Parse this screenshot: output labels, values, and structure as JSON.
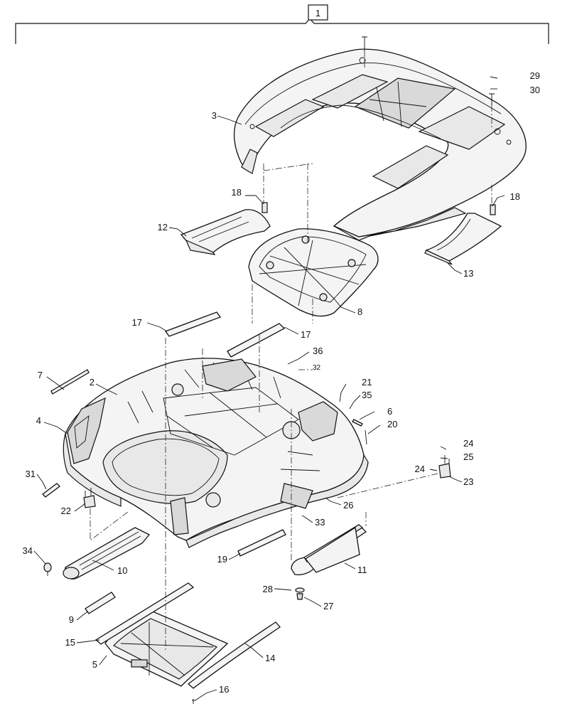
{
  "assembly_label": "1",
  "callouts": [
    {
      "id": "c29",
      "text": "29"
    },
    {
      "id": "c30",
      "text": "30"
    },
    {
      "id": "c3",
      "text": "3"
    },
    {
      "id": "c18a",
      "text": "18"
    },
    {
      "id": "c18b",
      "text": "18"
    },
    {
      "id": "c12",
      "text": "12"
    },
    {
      "id": "c13",
      "text": "13"
    },
    {
      "id": "c8",
      "text": "8"
    },
    {
      "id": "c17a",
      "text": "17"
    },
    {
      "id": "c17b",
      "text": "17"
    },
    {
      "id": "c36",
      "text": "36"
    },
    {
      "id": "c32",
      "text": "32"
    },
    {
      "id": "c7",
      "text": "7"
    },
    {
      "id": "c2",
      "text": "2"
    },
    {
      "id": "c21",
      "text": "21"
    },
    {
      "id": "c35",
      "text": "35"
    },
    {
      "id": "c6",
      "text": "6"
    },
    {
      "id": "c4",
      "text": "4"
    },
    {
      "id": "c20",
      "text": "20"
    },
    {
      "id": "c24a",
      "text": "24"
    },
    {
      "id": "c25",
      "text": "25"
    },
    {
      "id": "c24b",
      "text": "24"
    },
    {
      "id": "c23",
      "text": "23"
    },
    {
      "id": "c31",
      "text": "31"
    },
    {
      "id": "c26",
      "text": "26"
    },
    {
      "id": "c22",
      "text": "22"
    },
    {
      "id": "c33",
      "text": "33"
    },
    {
      "id": "c34",
      "text": "34"
    },
    {
      "id": "c10",
      "text": "10"
    },
    {
      "id": "c19",
      "text": "19"
    },
    {
      "id": "c11",
      "text": "11"
    },
    {
      "id": "c28",
      "text": "28"
    },
    {
      "id": "c27",
      "text": "27"
    },
    {
      "id": "c9",
      "text": "9"
    },
    {
      "id": "c15",
      "text": "15"
    },
    {
      "id": "c5",
      "text": "5"
    },
    {
      "id": "c14",
      "text": "14"
    },
    {
      "id": "c16",
      "text": "16"
    }
  ]
}
